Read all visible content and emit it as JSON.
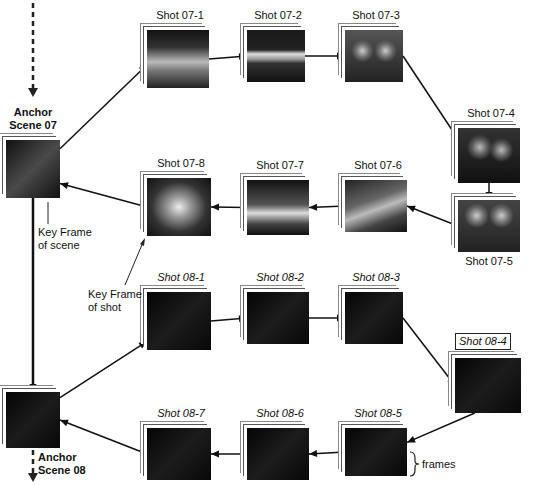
{
  "diagram": {
    "nodes": [
      {
        "text": [
          "Anchor Scene 07"
        ]
      },
      {
        "text": [
          "Shot 07-1"
        ]
      },
      {
        "text": [
          "Shot 07-2"
        ]
      },
      {
        "text": [
          "Shot 07-3"
        ]
      },
      {
        "text": [
          "Shot 07-4"
        ]
      },
      {
        "text": [
          "Shot 07-5"
        ]
      },
      {
        "text": [
          "Shot 07-6"
        ]
      },
      {
        "text": [
          "Shot 07-7"
        ]
      },
      {
        "text": [
          "Shot 07-8"
        ]
      },
      {
        "text": [
          "Anchor Scene 08"
        ]
      },
      {
        "text": [
          "Shot 08-1"
        ]
      },
      {
        "text": [
          "Shot 08-2"
        ]
      },
      {
        "text": [
          "Shot 08-3"
        ]
      },
      {
        "text": [
          "Shot 08-4"
        ]
      },
      {
        "text": [
          "Shot 08-5"
        ]
      },
      {
        "text": [
          "Shot 08-6"
        ]
      },
      {
        "text": [
          "Shot 08-7"
        ]
      }
    ],
    "edges": [
      {
        "from": 0,
        "to": 1,
        "arrow": "to"
      },
      {
        "from": 1,
        "to": 2,
        "arrow": "to"
      },
      {
        "from": 2,
        "to": 3,
        "arrow": "to"
      },
      {
        "from": 3,
        "to": 4,
        "arrow": "to"
      },
      {
        "from": 4,
        "to": 5,
        "arrow": "to"
      },
      {
        "from": 5,
        "to": 6,
        "arrow": "to"
      },
      {
        "from": 6,
        "to": 7,
        "arrow": "to"
      },
      {
        "from": 7,
        "to": 8,
        "arrow": "to"
      },
      {
        "from": 8,
        "to": 0,
        "arrow": "to"
      },
      {
        "from": 0,
        "to": 9,
        "arrow": "to"
      },
      {
        "from": 9,
        "to": 10,
        "arrow": "to"
      },
      {
        "from": 10,
        "to": 11,
        "arrow": "to"
      },
      {
        "from": 11,
        "to": 12,
        "arrow": "to"
      },
      {
        "from": 12,
        "to": 13,
        "arrow": "to"
      },
      {
        "from": 13,
        "to": 14,
        "arrow": "to"
      },
      {
        "from": 14,
        "to": 15,
        "arrow": "to"
      },
      {
        "from": 15,
        "to": 16,
        "arrow": "to"
      },
      {
        "from": 16,
        "to": 9,
        "arrow": "to"
      }
    ],
    "labels": [
      "Key Frame of scene",
      "Key Frame of shot",
      "frames"
    ]
  }
}
